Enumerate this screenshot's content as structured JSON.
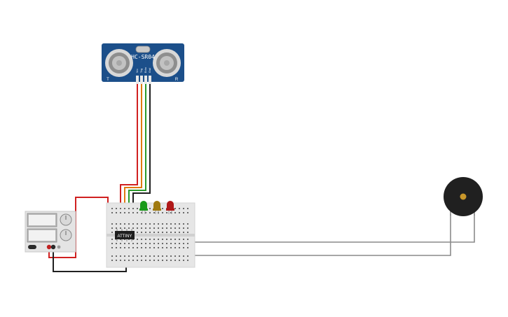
{
  "sensor": {
    "name": "HC-SR04",
    "corner_left": "T",
    "corner_right": "R",
    "pin_labels": [
      "Vcc",
      "Trig",
      "Echo",
      "Gnd"
    ]
  },
  "chip": {
    "label": "ATTINY"
  },
  "power_supply": {
    "display_top": "",
    "display_bottom": ""
  },
  "leds": [
    {
      "color": "#1a9a1a",
      "name": "green"
    },
    {
      "color": "#a07a10",
      "name": "yellow"
    },
    {
      "color": "#b01818",
      "name": "red"
    }
  ],
  "wire_colors": {
    "red": "#d02020",
    "orange": "#e07a10",
    "green": "#2a9a2a",
    "black": "#202020",
    "gray": "#8a8a8a",
    "yellow": "#e0c010"
  },
  "colors": {
    "sensor_board": "#1c4f8a",
    "breadboard": "#e6e6e6",
    "buzzer": "#202020",
    "buzzer_center": "#c8962a"
  }
}
